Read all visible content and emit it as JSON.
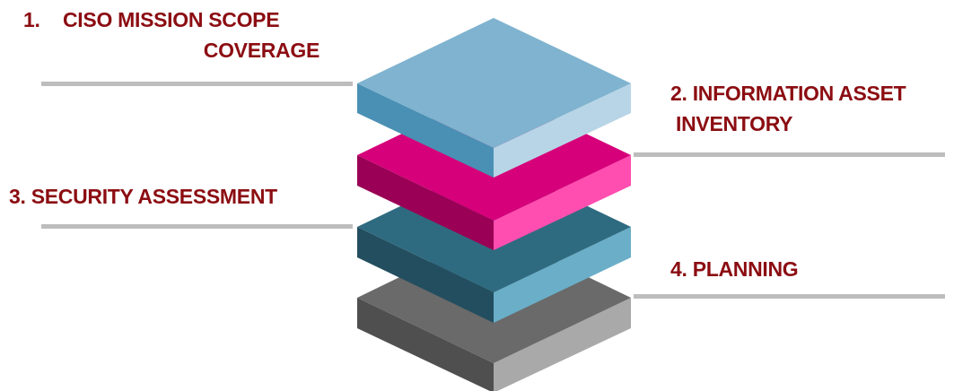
{
  "steps": [
    {
      "number": "1.",
      "lines": [
        "CISO MISSION SCOPE",
        "COVERAGE"
      ],
      "color": "#7fb3cf"
    },
    {
      "number": "2.",
      "lines": [
        "INFORMATION ASSET",
        "INVENTORY"
      ],
      "color": "#d6007a"
    },
    {
      "number": "3.",
      "lines": [
        "SECURITY ASSESSMENT"
      ],
      "color": "#2f6b80"
    },
    {
      "number": "4.",
      "lines": [
        "PLANNING"
      ],
      "color": "#6a6a6a"
    }
  ],
  "colors": {
    "label_text": "#8b0d12",
    "connector": "#bdbdbd"
  }
}
